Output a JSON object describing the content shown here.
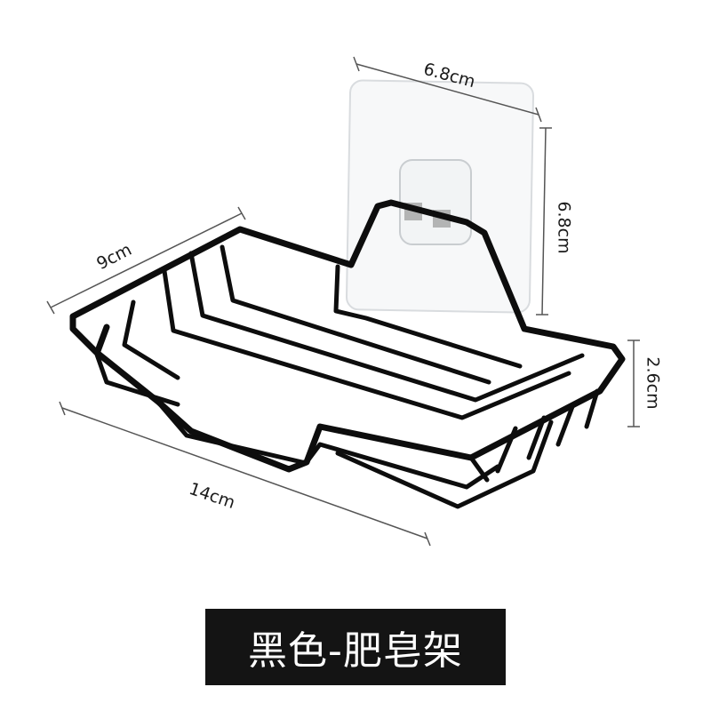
{
  "product": {
    "caption": "黑色-肥皂架",
    "colors": {
      "wire": "#0d0d0d",
      "caption_bg": "#141414",
      "caption_text": "#ffffff",
      "dimension_line": "#555555"
    }
  },
  "dimensions": {
    "plate_width": "6.8cm",
    "plate_height": "6.8cm",
    "depth": "9cm",
    "length": "14cm",
    "height": "2.6cm"
  }
}
